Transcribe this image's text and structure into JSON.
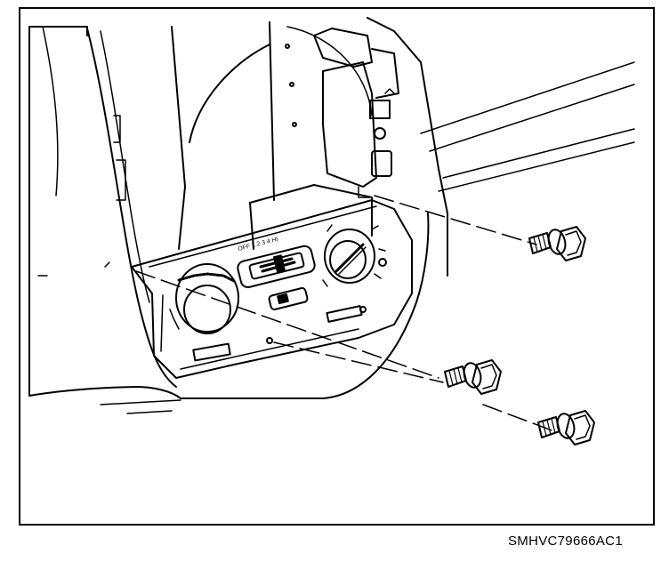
{
  "figure": {
    "id_label": "SMHVC79666AC1",
    "line_color": "#000000",
    "background": "#ffffff"
  },
  "parts": [
    {
      "name": "dashboard-trim-panel"
    },
    {
      "name": "hvac-control-panel"
    },
    {
      "name": "temperature-knob"
    },
    {
      "name": "fan-speed-knob"
    },
    {
      "name": "mode-slider"
    },
    {
      "name": "mounting-bolt",
      "count": 3
    }
  ]
}
